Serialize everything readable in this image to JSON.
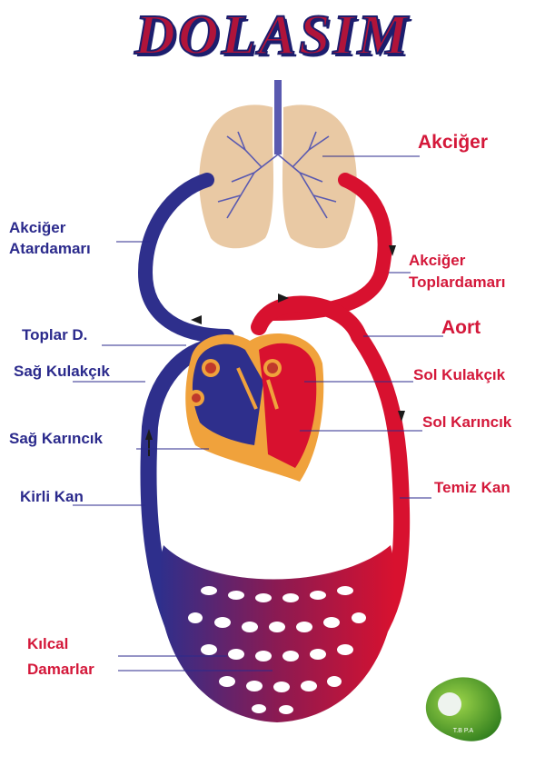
{
  "title": "DOLASIM",
  "colors": {
    "venous": "#2e2f8c",
    "arterial": "#d8112f",
    "heart_outline": "#f0a23c",
    "lung": "#e9c9a4",
    "capillary": "#8b1a52"
  },
  "labels": {
    "akciger": "Akciğer",
    "akciger_atardamari_1": "Akciğer",
    "akciger_atardamari_2": "Atardamarı",
    "akciger_toplardamari_1": "Akciğer",
    "akciger_toplardamari_2": "Toplardamarı",
    "toplar_d": "Toplar D.",
    "aort": "Aort",
    "sag_kulakcik": "Sağ Kulakçık",
    "sol_kulakcik": "Sol Kulakçık",
    "sag_karincik": "Sağ Karıncık",
    "sol_karincik": "Sol Karıncık",
    "kirli_kan": "Kirli Kan",
    "temiz_kan": "Temiz Kan",
    "kilcal_1": "Kılcal",
    "kilcal_2": "Damarlar"
  },
  "logo": {
    "text": "T.B P.A"
  }
}
